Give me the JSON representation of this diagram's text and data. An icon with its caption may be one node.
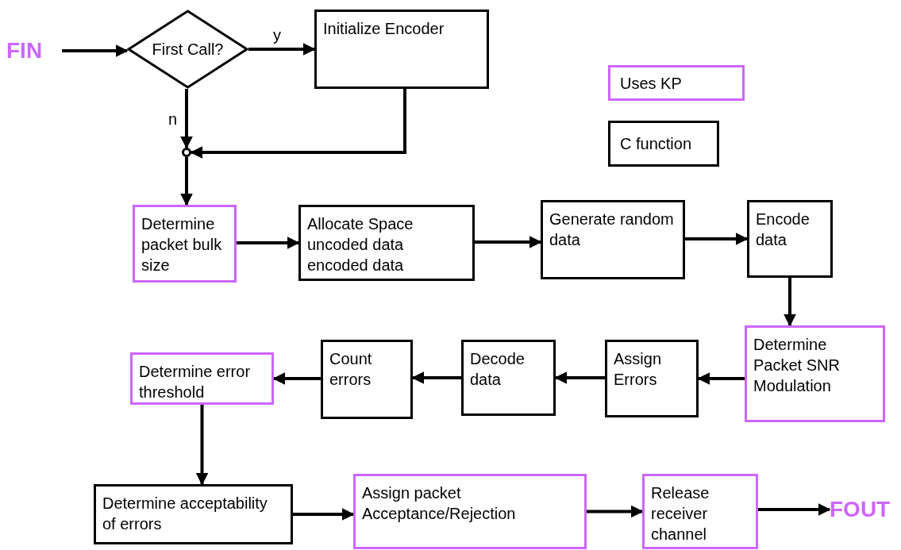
{
  "diagram": {
    "nodes": [
      {
        "text": [
          "FIN"
        ]
      },
      {
        "text": [
          "First Call?"
        ]
      },
      {
        "text": [
          "Initialize Encoder"
        ]
      },
      {
        "text": [],
        "shape": "circle"
      },
      {
        "text": [
          "Determine packet bulk size"
        ]
      },
      {
        "text": [
          "Allocate Space uncoded data encoded data"
        ]
      },
      {
        "text": [
          "Generate random data"
        ]
      },
      {
        "text": [
          "Encode data"
        ]
      },
      {
        "text": [
          "Determine Packet SNR Modulation"
        ]
      },
      {
        "text": [
          "Assign Errors"
        ]
      },
      {
        "text": [
          "Decode data"
        ]
      },
      {
        "text": [
          "Count errors"
        ]
      },
      {
        "text": [
          "Determine error threshold"
        ]
      },
      {
        "text": [
          "Determine acceptability of errors"
        ]
      },
      {
        "text": [
          "Assign packet Acceptance/Rejection"
        ]
      },
      {
        "text": [
          "Release receiver channel"
        ]
      },
      {
        "text": [
          "FOUT"
        ]
      }
    ],
    "edges": [
      {
        "from": 0,
        "to": 1,
        "arrow": "to"
      },
      {
        "from": 1,
        "to": 2,
        "arrow": "to",
        "label": "y"
      },
      {
        "from": 1,
        "to": 3,
        "arrow": "to",
        "label": "n"
      },
      {
        "from": 2,
        "to": 3,
        "arrow": "to"
      },
      {
        "from": 3,
        "to": 4,
        "arrow": "to"
      },
      {
        "from": 4,
        "to": 5,
        "arrow": "to"
      },
      {
        "from": 5,
        "to": 6,
        "arrow": "to"
      },
      {
        "from": 6,
        "to": 7,
        "arrow": "to"
      },
      {
        "from": 7,
        "to": 8,
        "arrow": "to"
      },
      {
        "from": 8,
        "to": 9,
        "arrow": "to"
      },
      {
        "from": 9,
        "to": 10,
        "arrow": "to"
      },
      {
        "from": 10,
        "to": 11,
        "arrow": "to"
      },
      {
        "from": 11,
        "to": 12,
        "arrow": "to"
      },
      {
        "from": 12,
        "to": 13,
        "arrow": "to"
      },
      {
        "from": 13,
        "to": 14,
        "arrow": "to"
      },
      {
        "from": 14,
        "to": 15,
        "arrow": "to"
      },
      {
        "from": 15,
        "to": 16,
        "arrow": "to"
      }
    ],
    "legend": [
      {
        "text": "Uses KP",
        "color": "#cc66ff"
      },
      {
        "text": "C function",
        "color": "#000000"
      }
    ]
  }
}
